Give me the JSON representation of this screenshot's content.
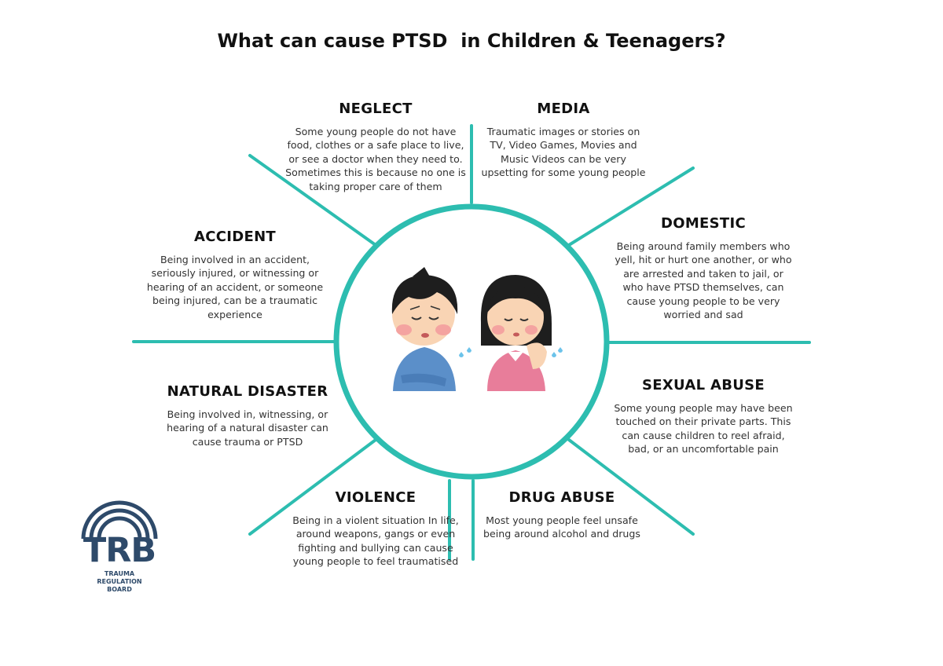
{
  "title": "What can cause PTSD  in Children & Teenagers?",
  "accent_color": "#2dbdb0",
  "logo_color": "#2e4a6a",
  "causes": {
    "neglect": {
      "heading": "NEGLECT",
      "text": "Some young people do not have food, clothes or a safe place to live, or see a doctor when they need to. Sometimes this is because no one is taking proper care of them"
    },
    "media": {
      "heading": "MEDIA",
      "text": "Traumatic images or stories on TV, Video Games, Movies and Music Videos can be very upsetting for some young people"
    },
    "accident": {
      "heading": "ACCIDENT",
      "text": "Being involved in an accident, seriously injured, or witnessing or hearing of an accident, or someone being injured, can be a traumatic experience"
    },
    "domestic": {
      "heading": "DOMESTIC",
      "text": "Being around family members who yell, hit or hurt one another, or who are arrested and taken to jail, or who have PTSD themselves, can cause young people to be very worried and sad"
    },
    "natural_disaster": {
      "heading": "NATURAL DISASTER",
      "text": "Being involved in, witnessing, or hearing of a natural disaster can cause trauma or PTSD"
    },
    "sexual_abuse": {
      "heading": "SEXUAL ABUSE",
      "text": "Some young people may have been touched on their private parts. This can cause children to reel afraid, bad, or an uncomfortable pain"
    },
    "violence": {
      "heading": "VIOLENCE",
      "text": "Being in a violent situation In life, around weapons, gangs or even fighting and bullying can cause young people to feel traumatised"
    },
    "drug_abuse": {
      "heading": "DRUG ABUSE",
      "text": "Most young people feel unsafe being around alcohol and drugs"
    }
  },
  "logo": {
    "letters": "TRB",
    "subtitle": "TRAUMA REGULATION BOARD"
  }
}
